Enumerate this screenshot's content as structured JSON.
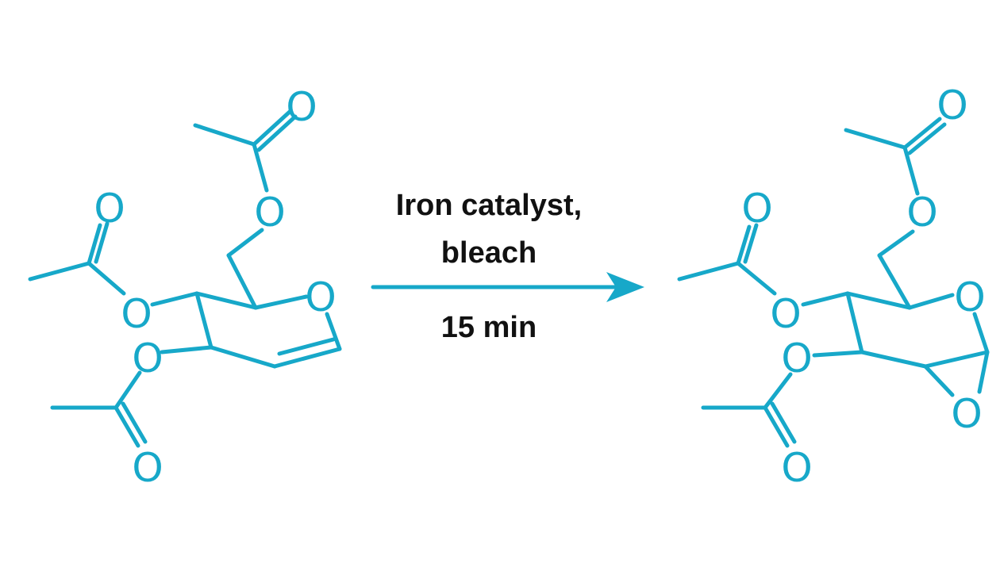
{
  "colors": {
    "structure": "#17a8c9",
    "text": "#111111",
    "background": "#ffffff"
  },
  "reaction": {
    "conditions_above": [
      "Iron catalyst,",
      "bleach"
    ],
    "conditions_below": "15 min",
    "arrow": "right-arrow"
  },
  "reactant": {
    "name": "acetylated-glycal",
    "atom_labels": [
      "O",
      "O",
      "O",
      "O",
      "O",
      "O",
      "O"
    ]
  },
  "product": {
    "name": "acetylated-epoxide",
    "atom_labels": [
      "O",
      "O",
      "O",
      "O",
      "O",
      "O",
      "O",
      "O"
    ]
  }
}
